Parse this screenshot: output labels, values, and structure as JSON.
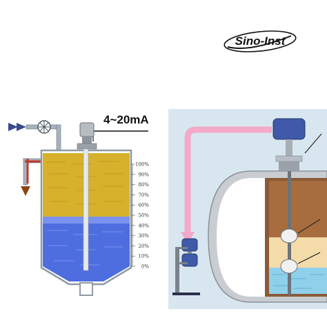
{
  "brand": {
    "name": "Sino-Inst"
  },
  "signal": {
    "label": "4~20mA"
  },
  "scale": {
    "ticks": [
      "100%",
      "90%",
      "80%",
      "70%",
      "60%",
      "50%",
      "40%",
      "30%",
      "20%",
      "10%",
      "0%"
    ]
  },
  "colors": {
    "oil": "#d7b12b",
    "water": "#4e6ee0",
    "tank_wall": "#8f9aa6",
    "right_panel_bg": "#d8e6f0",
    "pipe_arrow": "#f3a9c8"
  }
}
